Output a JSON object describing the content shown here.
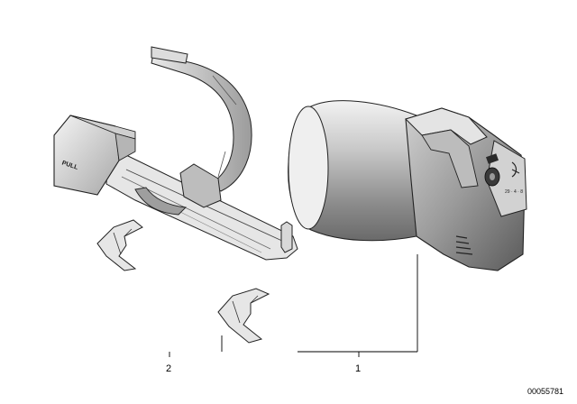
{
  "labels": {
    "part_1": "1",
    "part_2": "2",
    "pull_text": "PULL",
    "diagram_number": "00055781"
  }
}
